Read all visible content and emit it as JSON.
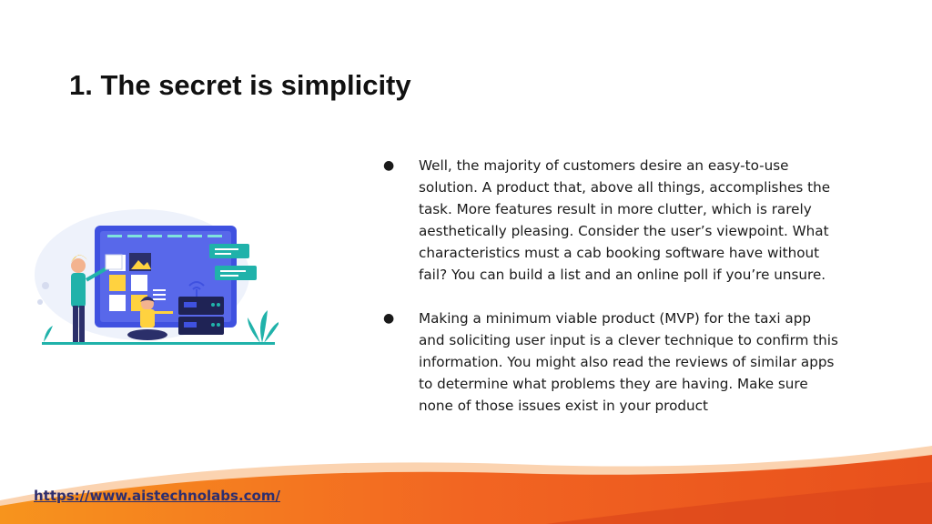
{
  "slide": {
    "title": "1. The secret is simplicity",
    "bullets": [
      "Well, the majority of customers desire an easy-to-use solution. A product that, above all things, accomplishes the task. More features result in more clutter, which is rarely aesthetically pleasing. Consider the user’s viewpoint. What characteristics must a cab booking software have without fail? You can build a list and an online poll if you’re unsure.",
      "Making a minimum viable product (MVP) for the taxi app and soliciting user input is a clever technique to confirm this information. You might also read the reviews of similar apps to determine what problems they are having. Make sure none of those issues exist in your product"
    ],
    "bullet_glyph": "●"
  },
  "footer": {
    "link_text": "https://www.aistechnolabs.com/"
  },
  "colors": {
    "accent_orange": "#f26522",
    "screen_blue": "#3f51e0",
    "teal": "#20b2aa"
  }
}
